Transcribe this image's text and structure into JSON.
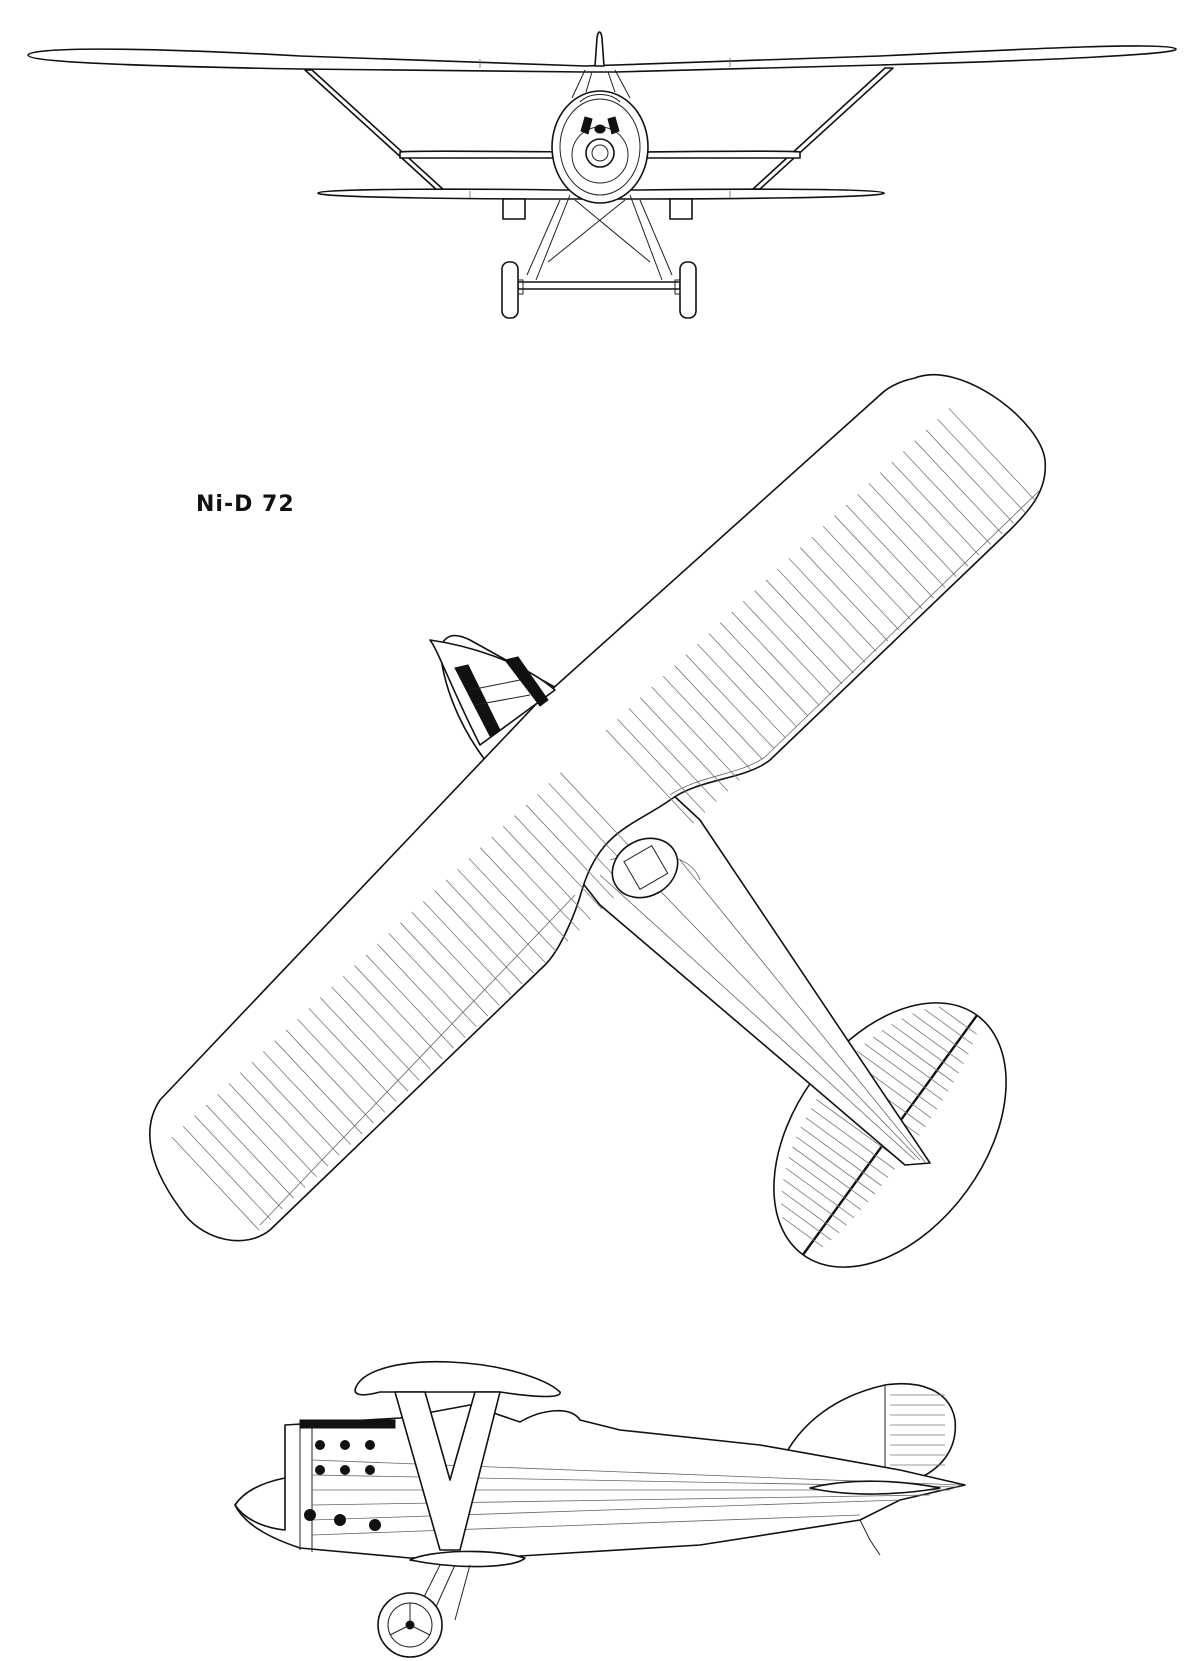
{
  "drawing": {
    "label": "Ni-D 72",
    "views": [
      "front",
      "top",
      "side"
    ],
    "colors": {
      "line": "#111111",
      "paper": "#ffffff",
      "fill_dark": "#111111"
    }
  }
}
